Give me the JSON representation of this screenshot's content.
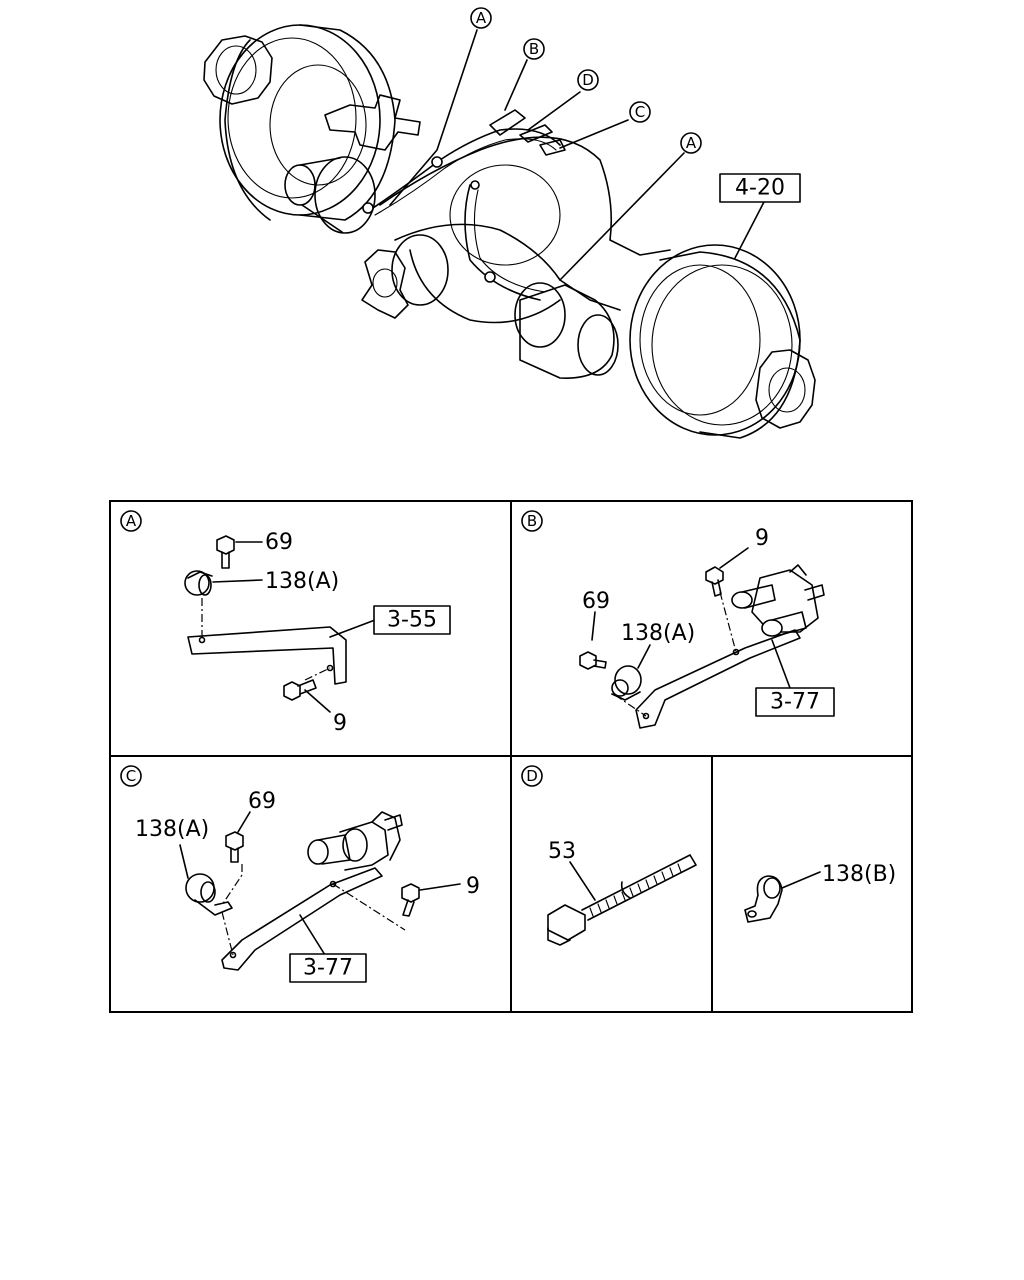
{
  "main_view": {
    "callouts": [
      "A",
      "B",
      "D",
      "C",
      "A"
    ],
    "ref_box": "4-20"
  },
  "panels": {
    "a": {
      "letter": "A",
      "part_69": "69",
      "part_138a": "138(A)",
      "ref_box": "3-55",
      "part_9": "9"
    },
    "b": {
      "letter": "B",
      "part_9": "9",
      "part_69": "69",
      "part_138a": "138(A)",
      "ref_box": "3-77"
    },
    "c": {
      "letter": "C",
      "part_69": "69",
      "part_138a": "138(A)",
      "part_9": "9",
      "ref_box": "3-77"
    },
    "d": {
      "letter": "D",
      "part_53": "53"
    },
    "e": {
      "part_138b": "138(B)"
    }
  }
}
